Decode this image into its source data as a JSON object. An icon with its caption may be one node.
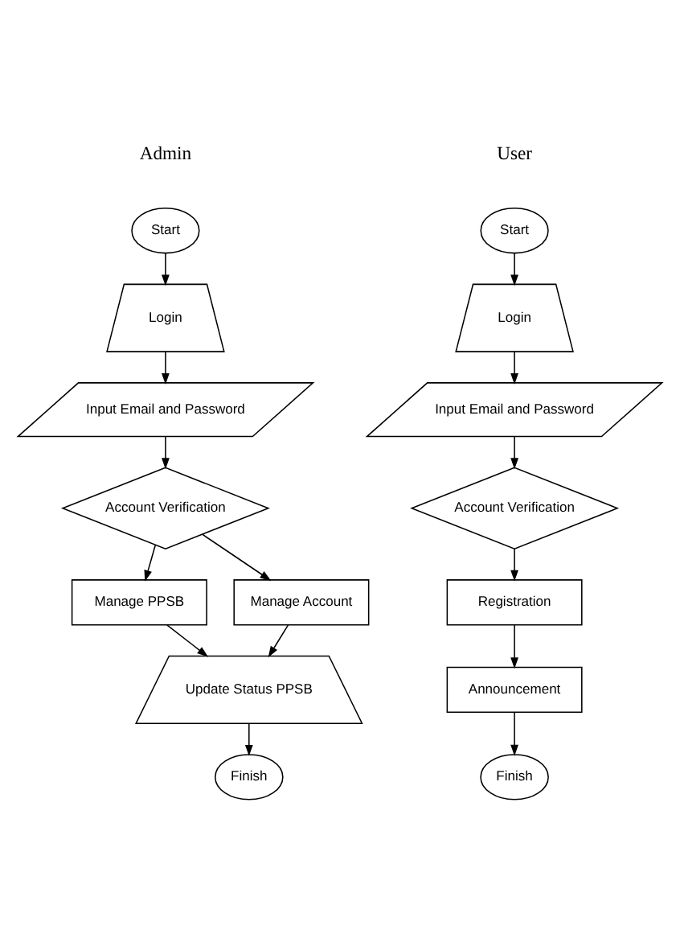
{
  "diagram": {
    "nodes": [
      {
        "text": [
          "Start"
        ]
      },
      {
        "text": [
          "Login"
        ]
      },
      {
        "text": [
          "Input Email and Password"
        ]
      },
      {
        "text": [
          "Account Verification"
        ]
      },
      {
        "text": [
          "Manage PPSB"
        ]
      },
      {
        "text": [
          "Manage Account"
        ]
      },
      {
        "text": [
          "Update Status PPSB"
        ]
      },
      {
        "text": [
          "Finish"
        ]
      },
      {
        "text": [
          "Start"
        ]
      },
      {
        "text": [
          "Login"
        ]
      },
      {
        "text": [
          "Input Email and Password"
        ]
      },
      {
        "text": [
          "Account Verification"
        ]
      },
      {
        "text": [
          "Registration"
        ]
      },
      {
        "text": [
          "Announcement"
        ]
      },
      {
        "text": [
          "Finish"
        ]
      }
    ],
    "edges": [
      {
        "from": 0,
        "to": 1,
        "arrow": "to"
      },
      {
        "from": 1,
        "to": 2,
        "arrow": "to"
      },
      {
        "from": 2,
        "to": 3,
        "arrow": "to"
      },
      {
        "from": 3,
        "to": 4,
        "arrow": "to"
      },
      {
        "from": 3,
        "to": 5,
        "arrow": "to"
      },
      {
        "from": 4,
        "to": 6,
        "arrow": "to"
      },
      {
        "from": 5,
        "to": 6,
        "arrow": "to"
      },
      {
        "from": 6,
        "to": 7,
        "arrow": "to"
      },
      {
        "from": 8,
        "to": 9,
        "arrow": "to"
      },
      {
        "from": 9,
        "to": 10,
        "arrow": "to"
      },
      {
        "from": 10,
        "to": 11,
        "arrow": "to"
      },
      {
        "from": 11,
        "to": 12,
        "arrow": "to"
      },
      {
        "from": 12,
        "to": 13,
        "arrow": "to"
      },
      {
        "from": 13,
        "to": 14,
        "arrow": "to"
      }
    ],
    "labels": [
      "Admin",
      "User"
    ]
  }
}
